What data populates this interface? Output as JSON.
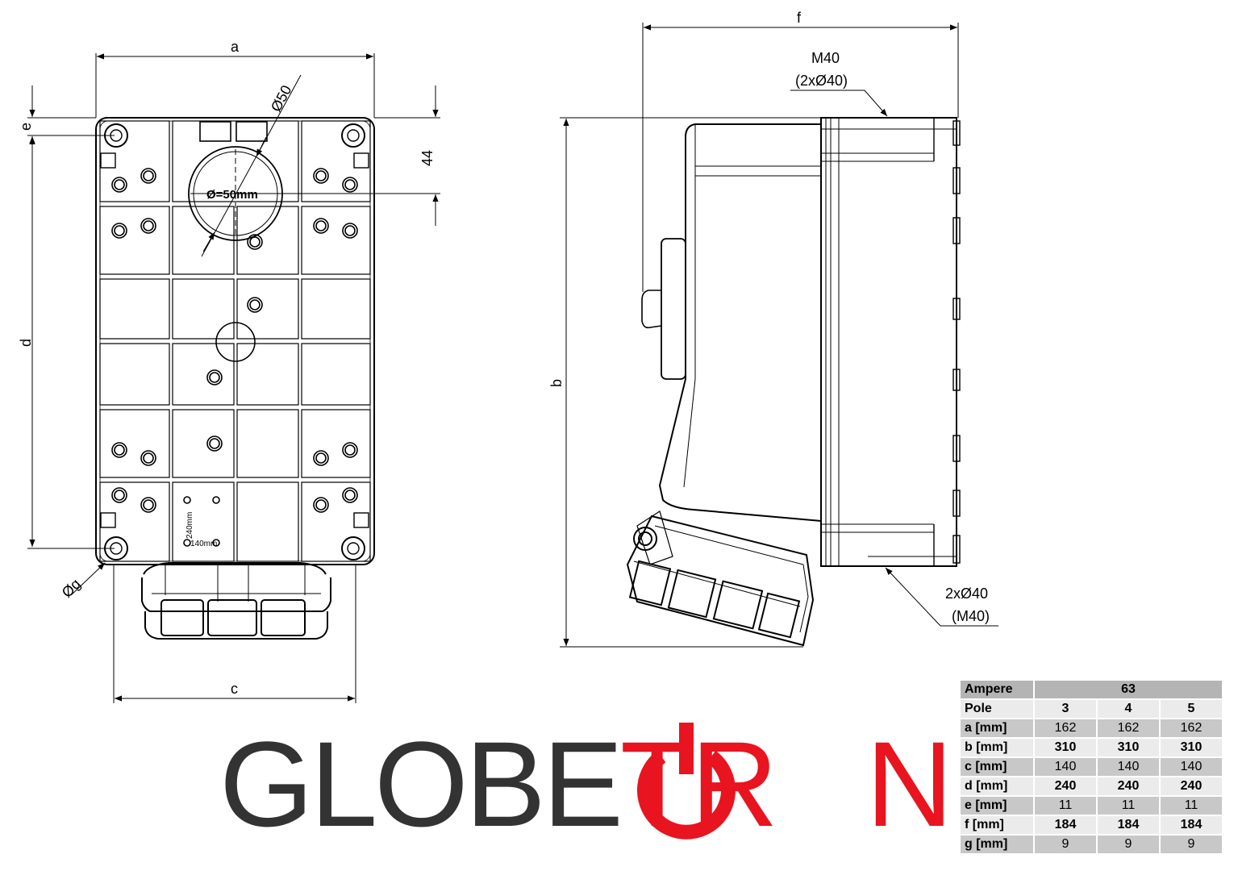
{
  "dimension_labels": {
    "a": "a",
    "b": "b",
    "c": "c",
    "d": "d",
    "e": "e",
    "f": "f",
    "g": "Øg",
    "dim44": "44",
    "dia50": "Ø50",
    "dia50mm": "Ø=50mm",
    "mm240": "240mm",
    "mm140": "140mm",
    "top_gland": "M40",
    "top_gland_sub": "(2xØ40)",
    "bottom_gland": "2xØ40",
    "bottom_gland_sub": "(M40)"
  },
  "logo": {
    "part1": "GLOBE",
    "part2": "TR",
    "part3": "N",
    "color_dark": "#333333",
    "color_accent": "#e8141f"
  },
  "table": {
    "header_label": "Ampere",
    "header_value": "63",
    "pole_label": "Pole",
    "poles": [
      "3",
      "4",
      "5"
    ],
    "rows": [
      {
        "label": "a [mm]",
        "values": [
          "162",
          "162",
          "162"
        ]
      },
      {
        "label": "b [mm]",
        "values": [
          "310",
          "310",
          "310"
        ]
      },
      {
        "label": "c [mm]",
        "values": [
          "140",
          "140",
          "140"
        ]
      },
      {
        "label": "d [mm]",
        "values": [
          "240",
          "240",
          "240"
        ]
      },
      {
        "label": "e [mm]",
        "values": [
          "11",
          "11",
          "11"
        ]
      },
      {
        "label": "f [mm]",
        "values": [
          "184",
          "184",
          "184"
        ]
      },
      {
        "label": "g [mm]",
        "values": [
          "9",
          "9",
          "9"
        ]
      }
    ]
  }
}
